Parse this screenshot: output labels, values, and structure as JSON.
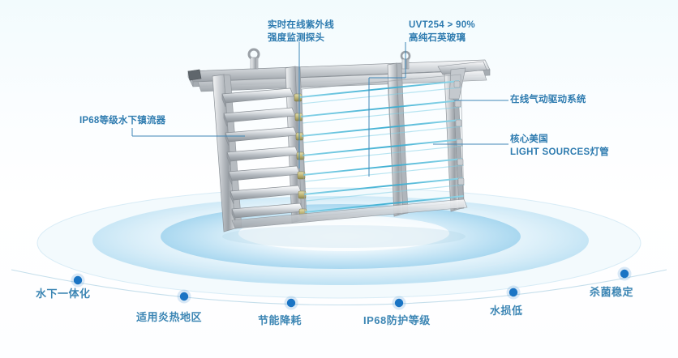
{
  "diagram": {
    "title": "UV Disinfection Module Product Diagram",
    "accent_color": "#2f7cb0",
    "feature_text_color": "#3d86b4",
    "lamp_color": "#3fb6d6",
    "dot_color": "#1b74c4",
    "glow_color": "#bfe2f4",
    "background_color": "#fafdff"
  },
  "callouts": {
    "probe": {
      "name": "uv-intensity-probe",
      "line1": "实时在线紫外线",
      "line2": "强度监测探头"
    },
    "quartz": {
      "name": "quartz-glass",
      "line1": "UVT254 > 90%",
      "line2": "高纯石英玻璃"
    },
    "ballast": {
      "name": "underwater-ballast",
      "line1": "IP68等级水下镇流器"
    },
    "pneumatic": {
      "name": "pneumatic-drive-system",
      "line1": "在线气动驱动系统"
    },
    "lightsources": {
      "name": "core-lamp",
      "line1": "核心美国",
      "line2": "LIGHT SOURCES灯管"
    }
  },
  "features": [
    {
      "label": "水下一体化"
    },
    {
      "label": "适用炎热地区"
    },
    {
      "label": "节能降耗"
    },
    {
      "label": "IP68防护等级"
    },
    {
      "label": "水损低"
    },
    {
      "label": "杀菌稳定"
    }
  ]
}
